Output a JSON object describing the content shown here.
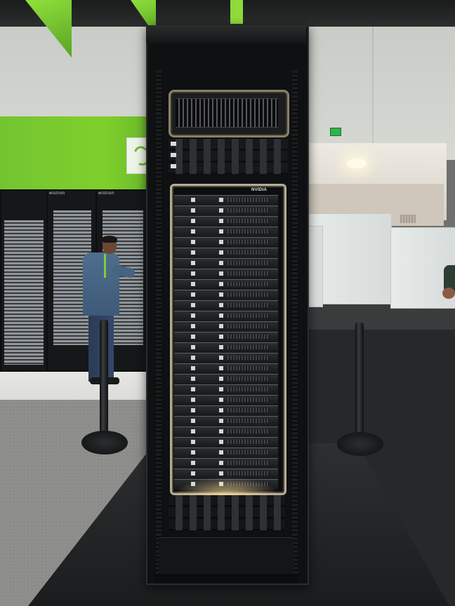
{
  "scene": {
    "caption": "",
    "rack_brand_label": "NVIDIA",
    "bg_rack_labels": [
      "wistron",
      "wistron"
    ],
    "tray_count": 28,
    "colors": {
      "brand_green": "#76b900",
      "rack_black": "#0f1011",
      "bezel_gold": "#b6ad95",
      "exit_sign": "#2fb34a"
    },
    "icons": [
      "nvidia-eye-logo-icon",
      "exit-sign-icon"
    ]
  }
}
